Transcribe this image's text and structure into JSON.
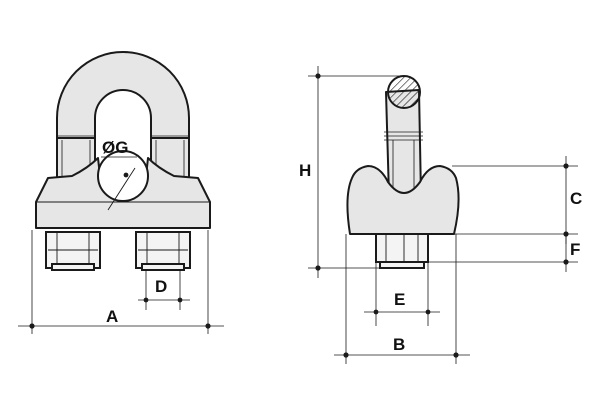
{
  "labels": {
    "A": "A",
    "B": "B",
    "C": "C",
    "D": "D",
    "E": "E",
    "F": "F",
    "G": "ØG",
    "H": "H"
  },
  "colors": {
    "line": "#1a1a1a",
    "fill": "#e6e6e6",
    "background": "#ffffff"
  }
}
